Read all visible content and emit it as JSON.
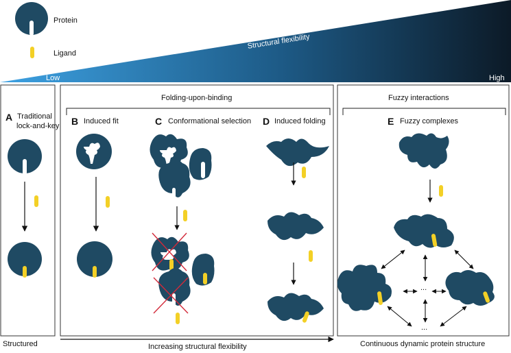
{
  "legend": {
    "protein": "Protein",
    "ligand": "Ligand"
  },
  "flex_bar": {
    "title": "Structural flexibility",
    "low": "Low",
    "high": "High"
  },
  "colors": {
    "protein": "#1f4a63",
    "ligand": "#f3d026",
    "bar_start": "#3da1e2",
    "bar_end": "#0c1a27",
    "cross": "#d22a3a"
  },
  "panels": {
    "a": {
      "letter": "A",
      "title_line1": "Traditional",
      "title_line2": "lock-and-key"
    },
    "folding": {
      "header": "Folding-upon-binding"
    },
    "b": {
      "letter": "B",
      "title": "Induced fit"
    },
    "c": {
      "letter": "C",
      "title": "Conformational selection"
    },
    "d": {
      "letter": "D",
      "title": "Induced folding"
    },
    "fuzzy": {
      "header": "Fuzzy interactions"
    },
    "e": {
      "letter": "E",
      "title": "Fuzzy complexes"
    },
    "ellipsis": "..."
  },
  "footer": {
    "left": "Structured",
    "middle": "Increasing structural flexibility",
    "right": "Continuous dynamic protein structure"
  }
}
